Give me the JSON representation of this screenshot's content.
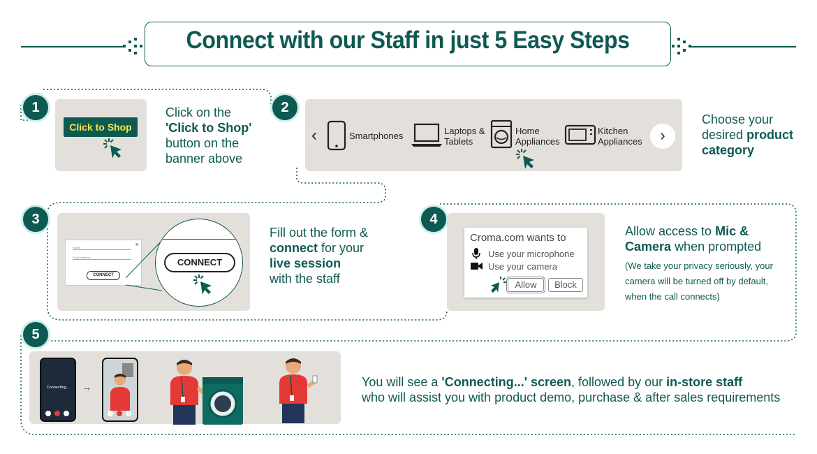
{
  "header": {
    "title": "Connect with our Staff in just 5 Easy Steps"
  },
  "steps": [
    {
      "number": "1",
      "button_label": "Click to Shop",
      "text_1": "Click on the",
      "text_bold": "'Click to Shop'",
      "text_2": "button on the",
      "text_3": "banner above"
    },
    {
      "number": "2",
      "categories": [
        {
          "label": "Smartphones",
          "icon": "smartphone-icon"
        },
        {
          "label": "Laptops & Tablets",
          "line1": "Laptops &",
          "line2": "Tablets",
          "icon": "laptop-icon"
        },
        {
          "label": "Home Appliances",
          "line1": "Home",
          "line2": "Appliances",
          "icon": "washing-machine-icon"
        },
        {
          "label": "Kitchen Appliances",
          "line1": "Kitchen",
          "line2": "Appliances",
          "icon": "microwave-icon"
        }
      ],
      "text_1": "Choose your",
      "text_2": "desired",
      "text_bold_1": "product",
      "text_bold_2": "category"
    },
    {
      "number": "3",
      "form_field_1": "Name",
      "form_field_2": "Email address",
      "form_button": "CONNECT",
      "zoom_button": "CONNECT",
      "close_glyph": "×",
      "text_1": "Fill out the form &",
      "text_bold_1": "connect",
      "text_2": "for your",
      "text_bold_2": "live session",
      "text_3": "with the staff"
    },
    {
      "number": "4",
      "prompt_title": "Croma.com wants to",
      "mic_label": "Use your microphone",
      "camera_label": "Use your camera",
      "allow_label": "Allow",
      "block_label": "Block",
      "text_1": "Allow access to",
      "text_bold_1": "Mic &",
      "text_bold_2": "Camera",
      "text_2": "when prompted",
      "note_1": "(We take your privacy seriously, your",
      "note_2": "camera will be turned off by default,",
      "note_3": "when the call connects)"
    },
    {
      "number": "5",
      "phone_status": "Connecting...",
      "arrow_glyph": "→",
      "text_1": "You will see a",
      "text_bold_1": "'Connecting...' screen",
      "text_2": ", followed by our",
      "text_bold_2": "in-store staff",
      "text_3": "who will assist you with product demo, purchase & after sales requirements"
    }
  ],
  "colors": {
    "brand_green": "#0e5a52",
    "card_bg": "#e3e0db",
    "badge_ring": "#c9efe8",
    "highlight_yellow": "#f7e64a"
  }
}
